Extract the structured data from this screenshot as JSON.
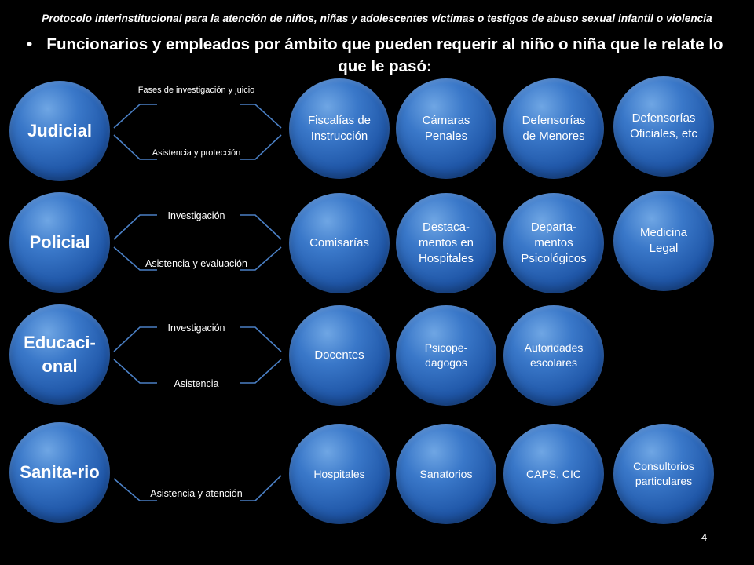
{
  "header": "Protocolo interinstitucional para la atención de niños, niñas y adolescentes víctimas o testigos de abuso sexual infantil o violencia",
  "bullet_symbol": "•",
  "bullet_text": "Funcionarios y empleados por ámbito que pueden requerir al niño o niña que le relate lo que le pasó:",
  "rows": [
    {
      "area": "Judicial",
      "roles": [
        "Fases de investigación y juicio",
        "Asistencia y protección"
      ],
      "entities": [
        "Fiscalías de Instrucción",
        "Cámaras Penales",
        "Defensorías de Menores",
        "Defensorías Oficiales, etc"
      ]
    },
    {
      "area": "Policial",
      "roles": [
        "Investigación",
        "Asistencia y evaluación"
      ],
      "entities": [
        "Comisarías",
        "Destaca-mentos en Hospitales",
        "Departa-mentos Psicológicos",
        "Medicina Legal"
      ]
    },
    {
      "area": "Educaci-onal",
      "roles": [
        "Investigación",
        "Asistencia"
      ],
      "entities": [
        "Docentes",
        "Psicope-dagogos",
        "Autoridades escolares"
      ]
    },
    {
      "area": "Sanita-rio",
      "roles": [
        "Asistencia y atención"
      ],
      "entities": [
        "Hospitales",
        "Sanatorios",
        "CAPS, CIC",
        "Consultorios particulares"
      ]
    }
  ],
  "page_number": "4",
  "colors": {
    "background": "#000000",
    "circle": "#2a64b5",
    "text": "#ffffff"
  }
}
